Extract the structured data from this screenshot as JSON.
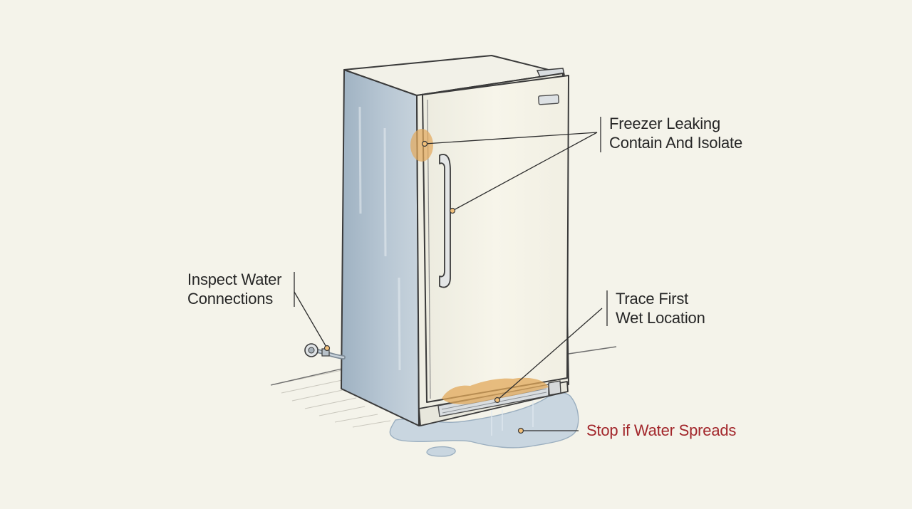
{
  "colors": {
    "background": "#f4f3ea",
    "outline": "#3a3a3a",
    "side_panel": "#aebfcd",
    "door": "#f5f3e7",
    "water": "#c9d6e0",
    "highlight": "#e2a85a",
    "marker": "#d99a3a",
    "warning_text": "#a2262b",
    "label_text": "#262626"
  },
  "callouts": {
    "freezer_leak": {
      "line1": "Freezer Leaking",
      "line2": "Contain And Isolate"
    },
    "water_connections": {
      "line1": "Inspect Water",
      "line2": "Connections"
    },
    "wet_location": {
      "line1": "Trace First",
      "line2": "Wet Location"
    },
    "spread": {
      "text": "Stop if Water Spreads"
    }
  }
}
